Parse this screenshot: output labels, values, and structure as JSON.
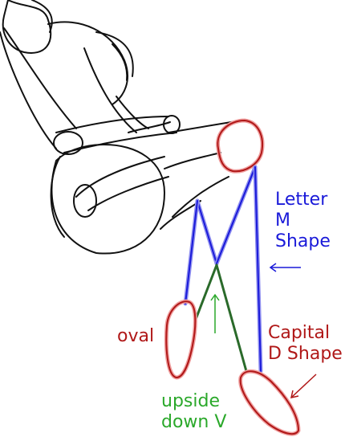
{
  "labels": {
    "letter_m": [
      "Letter",
      "M",
      "Shape"
    ],
    "capital_d": [
      "Capital",
      "D Shape"
    ],
    "oval": "oval",
    "upside_v": [
      "upside",
      "down V"
    ]
  },
  "colors": {
    "sketch": "#111111",
    "blue": "#1a1ad9",
    "blue_light": "#8f8ff0",
    "red": "#b01818",
    "red_light": "#f0a0a0",
    "green": "#2a6a2a",
    "green_light": "#2aa82a"
  }
}
